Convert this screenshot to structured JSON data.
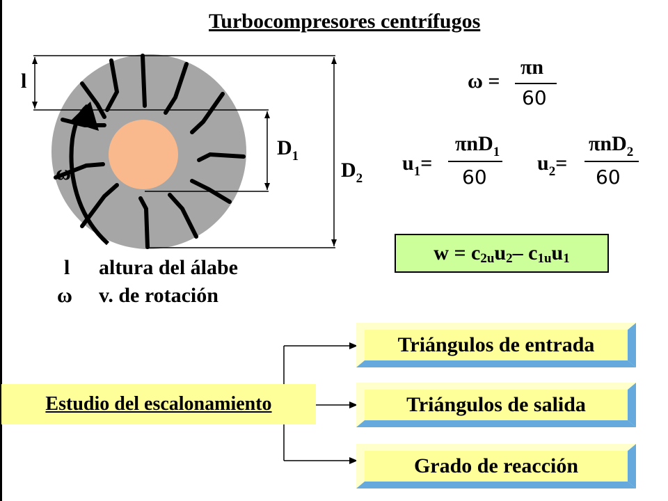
{
  "title": "Turbocompresores centrífugos",
  "labels": {
    "l": "l",
    "omega": "ω",
    "d1": "D",
    "d1_sub": "1",
    "d2": "D",
    "d2_sub": "2"
  },
  "legend": [
    {
      "symbol": "l",
      "text": "altura del álabe"
    },
    {
      "symbol": "ω",
      "text": "v. de rotación"
    }
  ],
  "formulas": {
    "omega": {
      "lhs": "ω =",
      "numerator": "πn",
      "denominator": "60"
    },
    "u1": {
      "lhs": "u",
      "lhs_sub": "1",
      "eq": "=",
      "numerator": "πnD",
      "num_sub": "1",
      "denominator": "60"
    },
    "u2": {
      "lhs": "u",
      "lhs_sub": "2",
      "eq": "=",
      "numerator": "πnD",
      "num_sub": "2",
      "denominator": "60"
    }
  },
  "work_equation": {
    "w": "w = c",
    "s1": "2u",
    "u2": " u",
    "s2": "2",
    "minus": " – c",
    "s3": "1u",
    "u1": " u",
    "s4": "1"
  },
  "study": {
    "root": "Estudio del escalonamiento",
    "branches": [
      "Triángulos de entrada",
      "Triángulos de salida",
      "Grado de reacción"
    ]
  },
  "colors": {
    "impeller": "#a6a6a6",
    "hub": "#f9b98c",
    "work_box": "#ccff99",
    "study_box": "#ffff99",
    "bevel_light": "#ffffcc",
    "bevel_dark": "#66aadd"
  }
}
